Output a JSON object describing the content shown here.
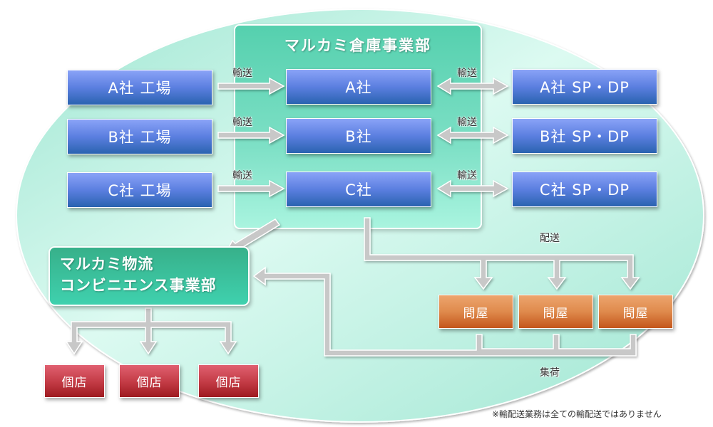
{
  "warehouse": {
    "title": "マルカミ倉庫事業部",
    "companies": [
      "A社",
      "B社",
      "C社"
    ]
  },
  "factories": [
    "A社 工場",
    "B社 工場",
    "C社 工場"
  ],
  "sp_dp": [
    "A社 SP・DP",
    "B社 SP・DP",
    "C社 SP・DP"
  ],
  "convenience": {
    "line1": "マルカミ物流",
    "line2": "コンビニエンス事業部"
  },
  "wholesalers": [
    "問屋",
    "問屋",
    "問屋"
  ],
  "stores": [
    "個店",
    "個店",
    "個店"
  ],
  "labels": {
    "transport": "輸送",
    "delivery": "配送",
    "collection": "集荷"
  },
  "note": "※輸配送業務は全ての輸配送ではありません",
  "colors": {
    "ellipse": "#a9ead8",
    "blue_box": "#4b73d0",
    "green_panel": "#5ed2b0",
    "orange_box": "#df8a4c",
    "red_box": "#c23a44",
    "arrow": "#c8c8c8"
  }
}
